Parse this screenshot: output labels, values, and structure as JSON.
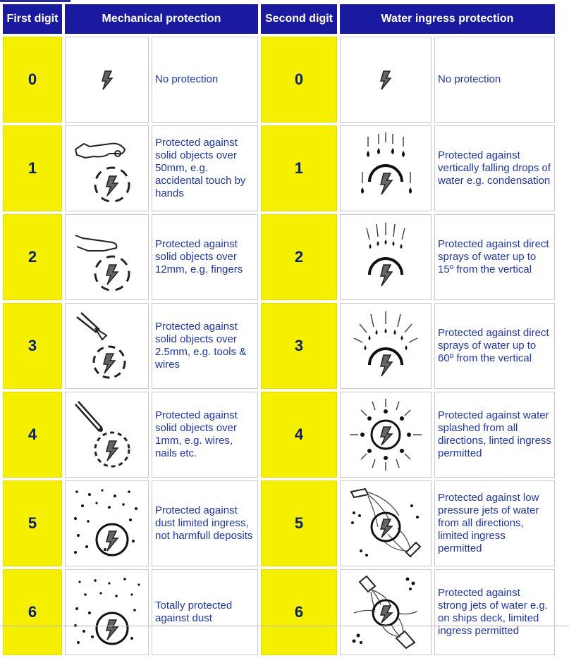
{
  "headers": {
    "first_digit": "First digit",
    "mechanical": "Mechanical protection",
    "second_digit": "Second digit",
    "water": "Water ingress protection"
  },
  "rows": [
    {
      "first": "0",
      "mech": "No protection",
      "mech_icon": "lightning-bolt-icon",
      "second": "0",
      "water": "No protection",
      "water_icon": "lightning-bolt-icon"
    },
    {
      "first": "1",
      "mech": "Protected against solid objects over 50mm, e.g. accidental touch by hands",
      "mech_icon": "hand-over-circle-icon",
      "second": "1",
      "water": "Protected against vertically falling drops of water e.g. condensation",
      "water_icon": "vertical-drops-icon"
    },
    {
      "first": "2",
      "mech": "Protected against solid objects over 12mm, e.g. fingers",
      "mech_icon": "finger-over-circle-icon",
      "second": "2",
      "water": "Protected against direct sprays of water up to 15º from the vertical",
      "water_icon": "spray-15-icon"
    },
    {
      "first": "3",
      "mech": "Protected against solid objects over 2.5mm, e.g. tools & wires",
      "mech_icon": "tool-over-circle-icon",
      "second": "3",
      "water": "Protected against direct sprays of water up to 60º from the vertical",
      "water_icon": "spray-60-icon"
    },
    {
      "first": "4",
      "mech": "Protected against solid objects over 1mm, e.g. wires, nails etc.",
      "mech_icon": "wire-over-circle-icon",
      "second": "4",
      "water": "Protected against water splashed from all directions, linted ingress permitted",
      "water_icon": "splash-all-directions-icon"
    },
    {
      "first": "5",
      "mech": "Protected against dust limited ingress, not harmfull deposits",
      "mech_icon": "dust-partial-icon",
      "second": "5",
      "water": "Protected against low pressure jets of water from all directions, limited ingress permitted",
      "water_icon": "low-pressure-jets-icon"
    },
    {
      "first": "6",
      "mech": "Totally protected against dust",
      "mech_icon": "dust-total-icon",
      "second": "6",
      "water": "Protected against strong jets of water e.g. on ships deck, limited ingress permitted",
      "water_icon": "strong-jets-icon"
    }
  ],
  "colors": {
    "header_bg": "#1a1aa0",
    "digit_bg": "#f4f000",
    "digit_text": "#0b1f7a",
    "desc_text": "#1c34b8"
  }
}
